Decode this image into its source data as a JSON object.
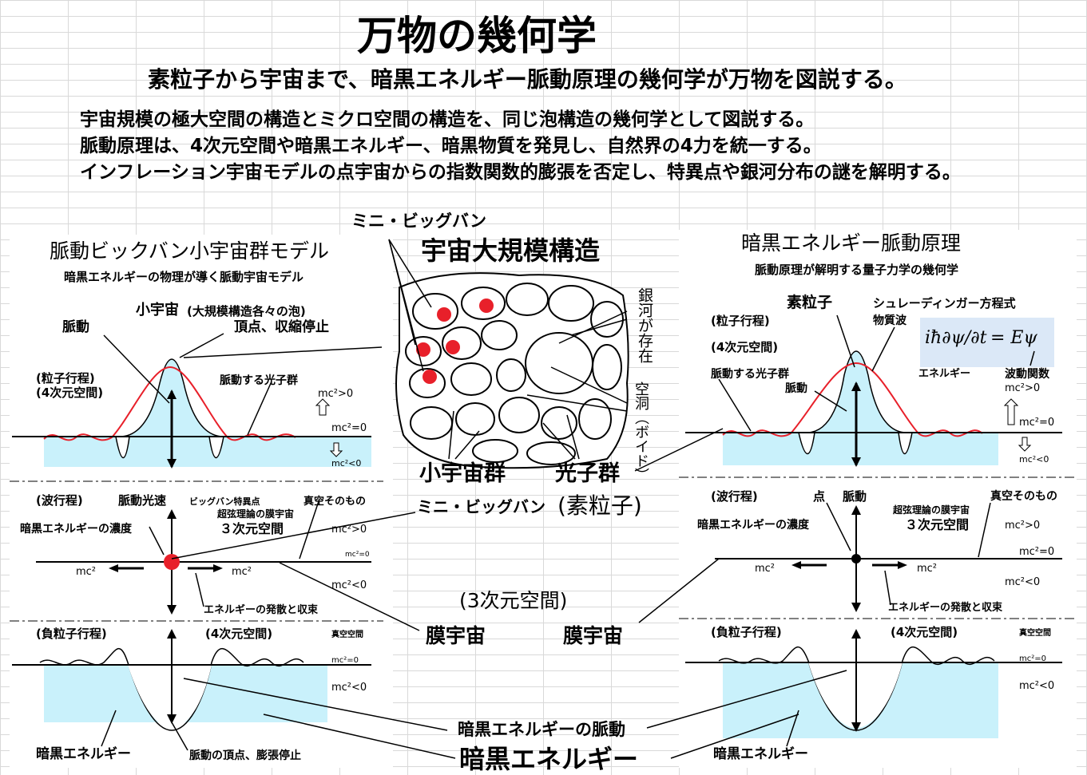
{
  "title": "万物の幾何学",
  "subtitle": "素粒子から宇宙まで、暗黒エネルギー脈動原理の幾何学が万物を図説する。",
  "intro": [
    "宇宙規模の極大空間の構造とミクロ空間の構造を、同じ泡構造の幾何学として図説する。",
    "脈動原理は、4次元空間や暗黒エネルギー、暗黒物質を発見し、自然界の4力を統一する。",
    "インフレーション宇宙モデルの点宇宙からの指数関数的膨張を否定し、特異点や銀河分布の謎を解明する。"
  ],
  "left": {
    "title": "脈動ビックバン小宇宙群モデル",
    "subtitle": "暗黒エネルギーの物理が導く脈動宇宙モデル",
    "small_universe": "小宇宙",
    "small_universe_note": "(大規模構造各々の泡)",
    "vertex": "頂点、収縮停止",
    "pulse": "脈動",
    "particle_path": "(粒子行程)",
    "space4d": "(4次元空間)",
    "photons": "脈動する光子群",
    "mc_pos": "mc²>0",
    "mc_zero": "mc²=0",
    "mc_neg": "mc²<0",
    "wave_path": "(波行程)",
    "pulse_light": "脈動光速",
    "bigbang_point": "ビッグバン特異点",
    "superstring": "超弦理論の膜宇宙",
    "space3d": "３次元空間",
    "vacuum": "真空そのもの",
    "density": "暗黒エネルギーの濃度",
    "mc2": "mc²",
    "diverge": "エネルギーの発散と収束",
    "neg_path": "(負粒子行程)",
    "neg_space4d": "(4次元空間)",
    "vacuum_small": "真空空間",
    "dark_energy": "暗黒エネルギー",
    "pulse_vertex": "脈動の頂点、膨張停止"
  },
  "center": {
    "mini_bigbang_top": "ミニ・ビッグバン",
    "title": "宇宙大規模構造",
    "galaxies": "銀河が存在",
    "voids": "空洞（ボイド）",
    "small_group": "小宇宙群",
    "photon_group": "光子群",
    "mini_bigbang": "ミニ・ビッグバン",
    "elementary": "(素粒子)",
    "space3d": "(3次元空間)",
    "membrane": "膜宇宙",
    "membrane2": "膜宇宙",
    "dark_pulse": "暗黒エネルギーの脈動",
    "dark_energy": "暗黒エネルギー"
  },
  "right": {
    "title": "暗黒エネルギー脈動原理",
    "subtitle": "脈動原理が解明する量子力学の幾何学",
    "elementary": "素粒子",
    "schrodinger": "シュレーディンガー方程式",
    "particle_path": "(粒子行程)",
    "matter_wave": "物質波",
    "space4d": "(4次元空間)",
    "photons": "脈動する光子群",
    "pulse": "脈動",
    "energy": "エネルギー",
    "wavefunction": "波動関数",
    "eq_left": "iħ∂ψ/∂t",
    "eq_right": "= Eψ",
    "mc_pos": "mc²>0",
    "mc_zero": "mc²=0",
    "mc_neg": "mc²<0",
    "wave_path": "(波行程)",
    "point": "点",
    "pulse2": "脈動",
    "vacuum": "真空そのもの",
    "superstring": "超弦理論の膜宇宙",
    "space3d": "３次元空間",
    "density": "暗黒エネルギーの濃度",
    "mc2": "mc²",
    "diverge": "エネルギーの発散と収束",
    "neg_path": "(負粒子行程)",
    "neg_space4d": "(4次元空間)",
    "vacuum_small": "真空空間",
    "dark_energy": "暗黒エネルギー"
  },
  "colors": {
    "fill_cyan": "#c9f1fb",
    "fill_orange": "#f4a21d",
    "red": "#e8202a",
    "line": "#000000"
  }
}
